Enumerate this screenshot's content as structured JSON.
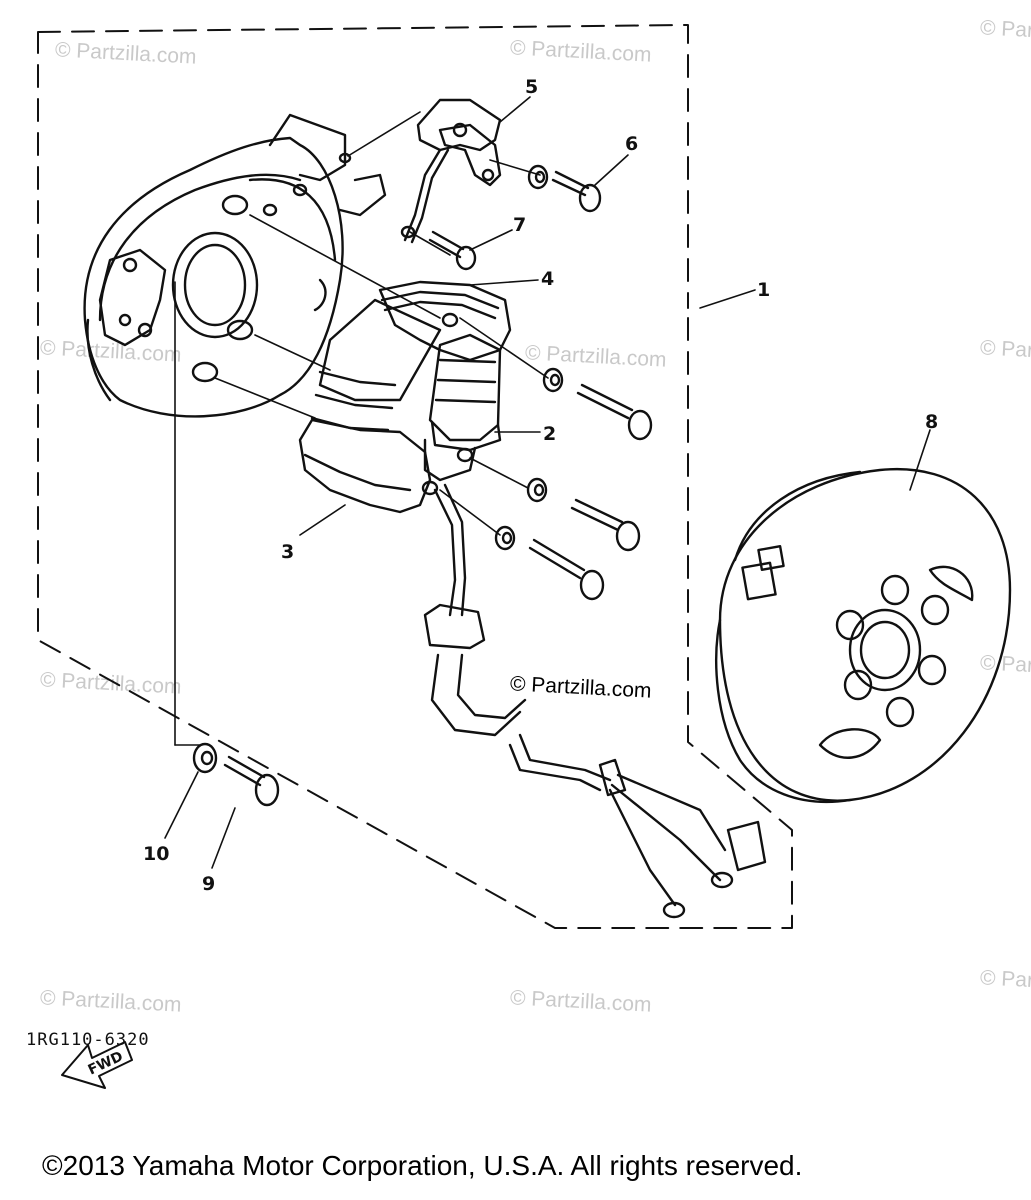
{
  "watermark": "© Partzilla.com",
  "watermark_center": "© Partzilla.com",
  "callouts": [
    "1",
    "2",
    "3",
    "4",
    "5",
    "6",
    "7",
    "8",
    "9",
    "10"
  ],
  "direction_label": "FWD",
  "diagram_code": "1RG110-6320",
  "copyright": "©2013 Yamaha Motor Corporation, U.S.A. All rights reserved."
}
